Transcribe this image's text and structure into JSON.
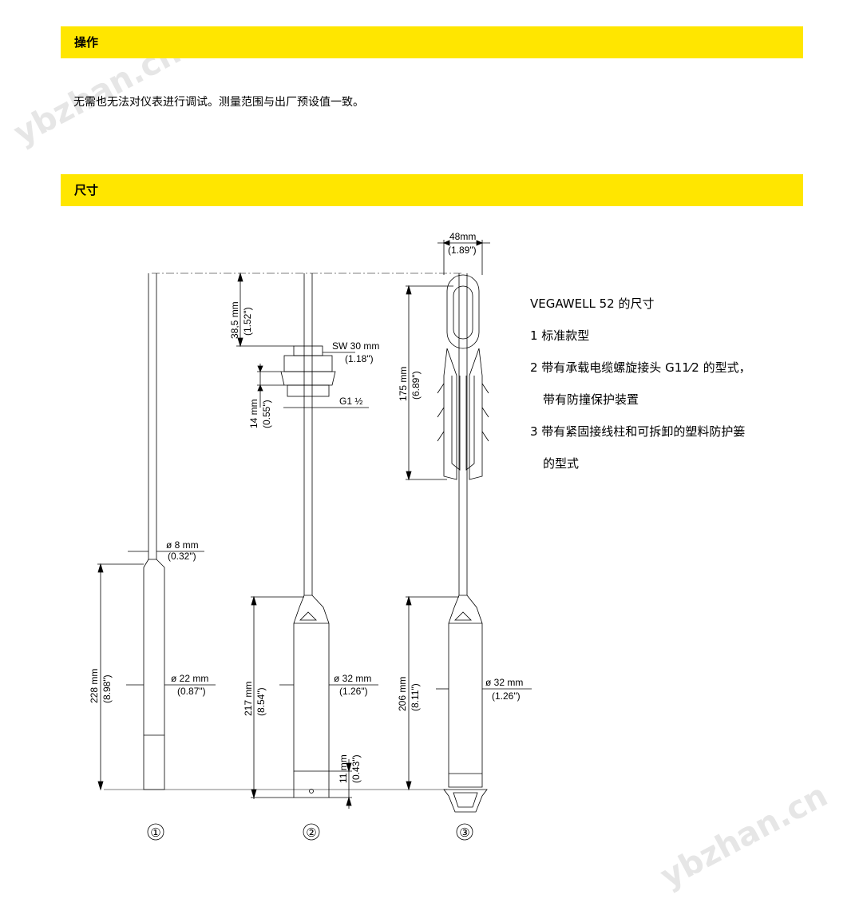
{
  "sections": {
    "operation": {
      "title": "操作",
      "text": "无需也无法对仪表进行调试。测量范围与出厂预设值一致。"
    },
    "dimensions": {
      "title": "尺寸"
    }
  },
  "legend": {
    "title": "VEGAWELL 52 的尺寸",
    "item1": "1 标准款型",
    "item2_line1": "2 带有承载电缆螺旋接头 G11⁄2 的型式，",
    "item2_line2": "带有防撞保护装置",
    "item3_line1": "3 带有紧固接线柱和可拆卸的塑料防护篓",
    "item3_line2": "的型式"
  },
  "drawing": {
    "variant1": {
      "label": "①",
      "cable_dia_mm": "ø 8 mm",
      "cable_dia_in": "(0.32\")",
      "body_dia_mm": "ø 22 mm",
      "body_dia_in": "(0.87\")",
      "length_mm": "228 mm",
      "length_in": "(8.98\")"
    },
    "variant2": {
      "label": "②",
      "h1_mm": "38,5 mm",
      "h1_in": "(1.52\")",
      "sw_mm": "SW 30 mm",
      "sw_in": "(1.18\")",
      "h2_mm": "14 mm",
      "h2_in": "(0.55\")",
      "thread": "G1 ½",
      "body_dia_mm": "ø 32 mm",
      "body_dia_in": "(1.26\")",
      "length_mm": "217 mm",
      "length_in": "(8.54\")",
      "tip_mm": "11 mm",
      "tip_in": "(0.43\")"
    },
    "variant3": {
      "label": "③",
      "width_mm": "48mm",
      "width_in": "(1.89\")",
      "clamp_mm": "175 mm",
      "clamp_in": "(6.89\")",
      "body_dia_mm": "ø 32 mm",
      "body_dia_in": "(1.26\")",
      "length_mm": "206 mm",
      "length_in": "(8.11\")"
    }
  },
  "watermark": "ybzhan.cn",
  "colors": {
    "band": "#ffe600"
  }
}
